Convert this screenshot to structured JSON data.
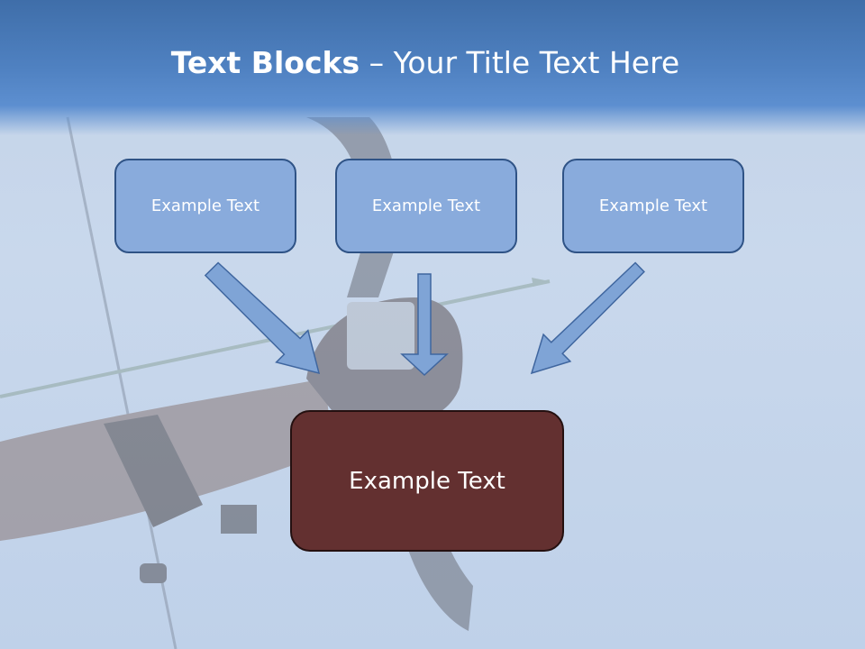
{
  "slide": {
    "title_bold": "Text Blocks",
    "title_dash": " – ",
    "title_rest": "Your Title Text Here",
    "colors": {
      "header": "#4f81c1",
      "small_box_fill": "#89abdc",
      "small_box_border": "#2f5386",
      "big_box_fill": "#633030",
      "arrow_fill": "#7fa4d6"
    }
  },
  "boxes": [
    {
      "label": "Example Text"
    },
    {
      "label": "Example Text"
    },
    {
      "label": "Example Text"
    }
  ],
  "center_box": {
    "label": "Example Text"
  }
}
